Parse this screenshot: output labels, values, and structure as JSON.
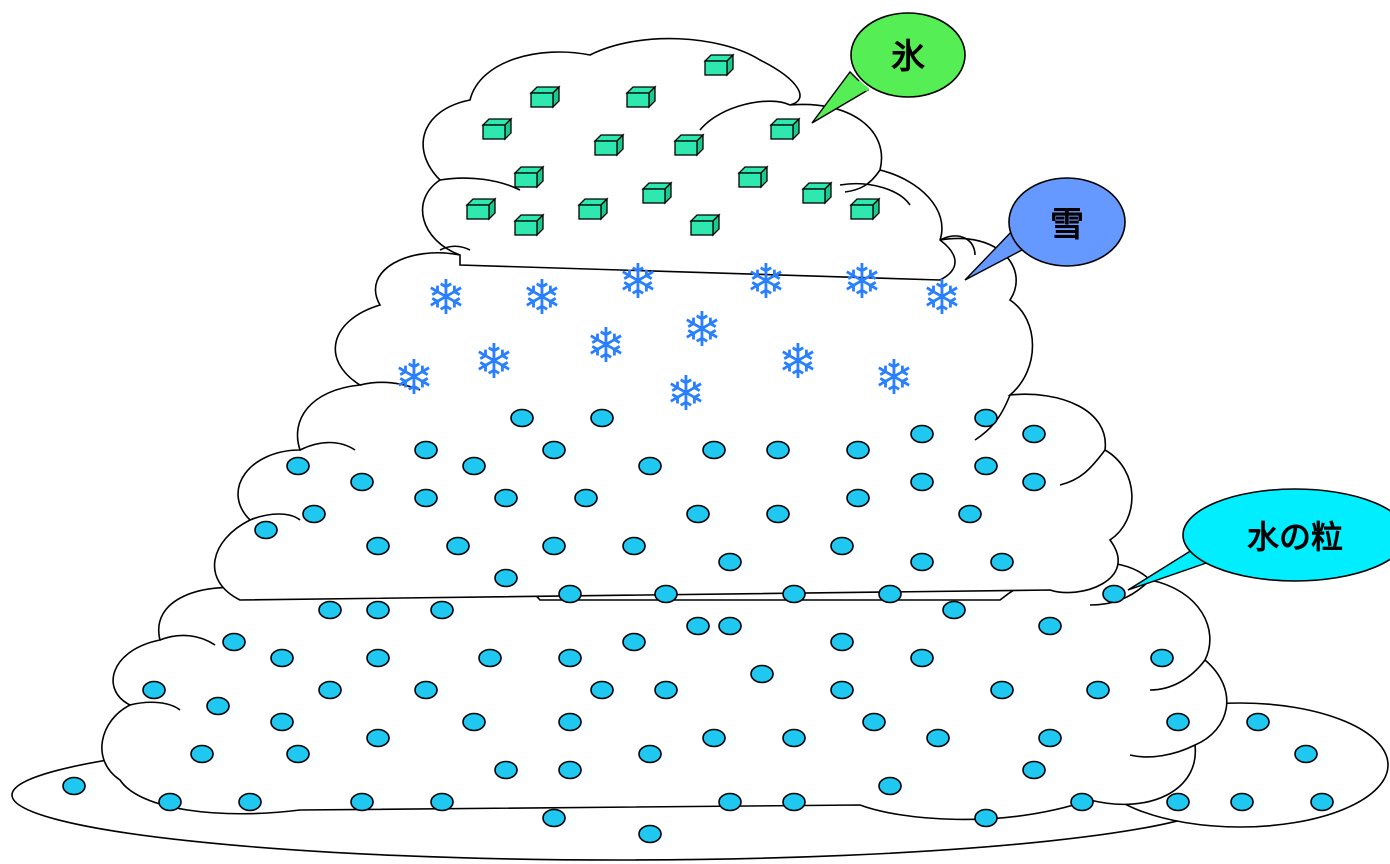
{
  "callouts": {
    "ice": {
      "label": "氷",
      "color": "#55ee55"
    },
    "snow": {
      "label": "雪",
      "color": "#6699ff"
    },
    "water": {
      "label": "水の粒",
      "color": "#00eeff"
    }
  },
  "glyphs": {
    "snowflake": "❄"
  },
  "colors": {
    "ice_cube": "#2ee8b0",
    "snowflake": "#2a7fff",
    "droplet": "#1ec8f0",
    "outline": "#000000"
  },
  "icons": [
    "ice-cube-icon",
    "snowflake-icon",
    "water-droplet-icon"
  ]
}
